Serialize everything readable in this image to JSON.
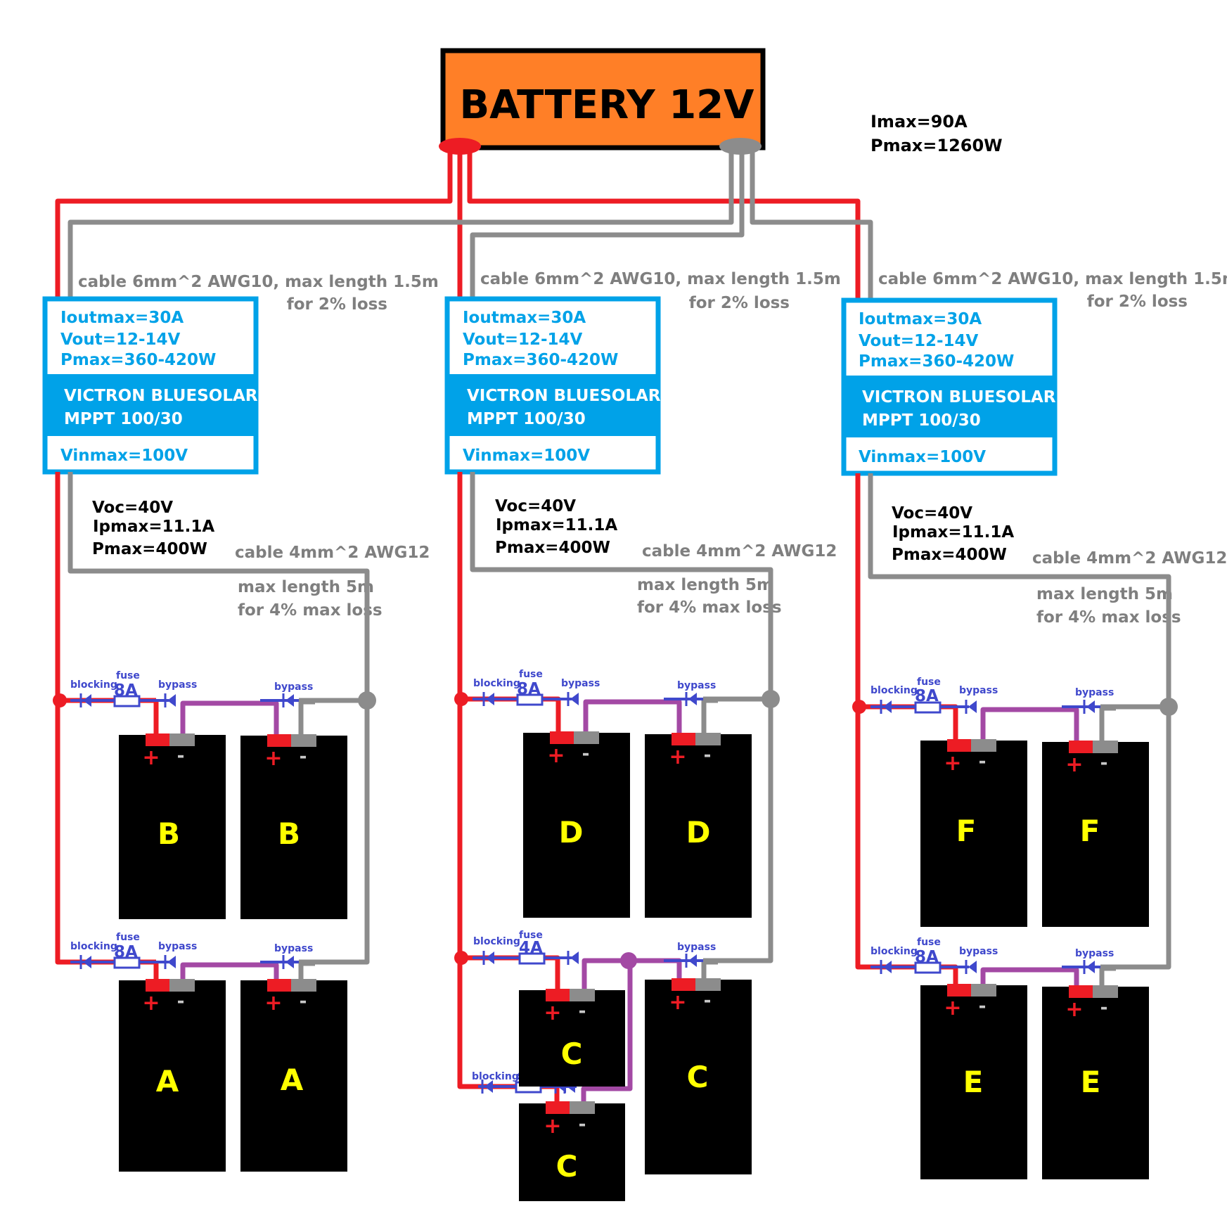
{
  "colors": {
    "positive": "#ed1c24",
    "negative": "#8c8c8c",
    "bypass": "#a349a4",
    "component": "#3f48cc",
    "controller": "#00a2e8",
    "battery_fill": "#ff7f27",
    "panel_fill": "#000000",
    "panel_letter": "#ffff00",
    "annotation": "#7f7f7f",
    "spec": "#000000"
  },
  "battery": {
    "label": "BATTERY 12V",
    "imax": "Imax=90A",
    "pmax": "Pmax=1260W"
  },
  "mppt_cable": {
    "line1": "cable 6mm^2  AWG10, max length 1.5m",
    "line2": "for 2% loss"
  },
  "controller": {
    "iout": "Ioutmax=30A",
    "vout": "Vout=12-14V",
    "pmax": "Pmax=360-420W",
    "name_line1": "VICTRON BLUESOLAR",
    "name_line2": "MPPT 100/30",
    "vin": "Vinmax=100V"
  },
  "array_spec": {
    "voc": "Voc=40V",
    "ipmax": "Ipmax=11.1A",
    "pmax": "Pmax=400W"
  },
  "panel_cable": {
    "line1": "cable 4mm^2  AWG12",
    "line2": "max length 5m",
    "line3": "for 4% max loss"
  },
  "components": {
    "blocking": "blocking",
    "fuse": "fuse",
    "bypass": "bypass",
    "plus": "+",
    "minus": "-"
  },
  "fuse_ratings": [
    "8A",
    "8A",
    "8A",
    "4A",
    "4A",
    "8A",
    "8A"
  ],
  "panel_letters": [
    "B",
    "B",
    "A",
    "A",
    "D",
    "D",
    "C",
    "C",
    "C",
    "F",
    "F",
    "E",
    "E"
  ]
}
